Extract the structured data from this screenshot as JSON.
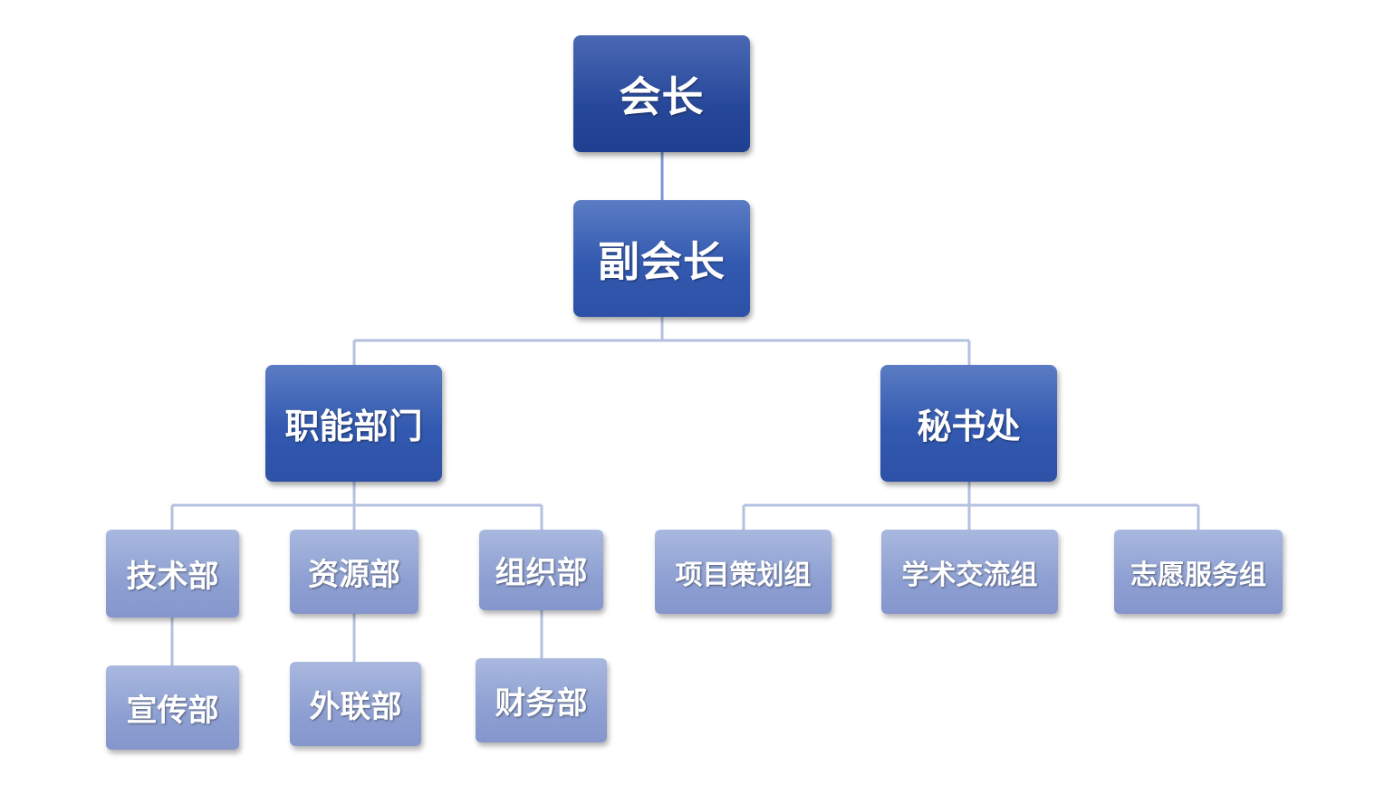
{
  "nodes": {
    "president": "会长",
    "vice_president": "副会长",
    "functional_departments": "职能部门",
    "secretariat": "秘书处",
    "tech_dept": "技术部",
    "resource_dept": "资源部",
    "organization_dept": "组织部",
    "publicity_dept": "宣传部",
    "external_relations_dept": "外联部",
    "finance_dept": "财务部",
    "project_planning_group": "项目策划组",
    "academic_exchange_group": "学术交流组",
    "volunteer_service_group": "志愿服务组"
  },
  "colors": {
    "dark_node": "#3259b0",
    "light_node": "#8ea0d2",
    "connector_dark": "#7f95cf",
    "connector_light": "#b4c0e0"
  }
}
